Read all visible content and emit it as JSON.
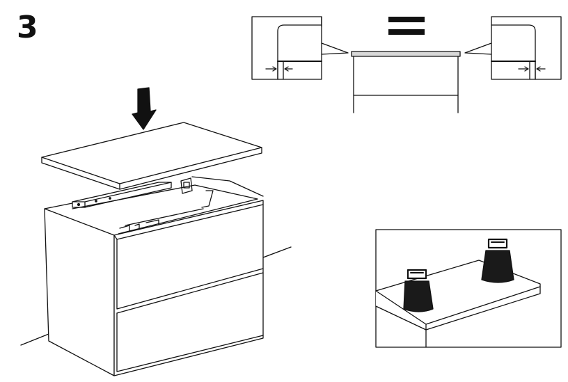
{
  "step": {
    "number": "3"
  },
  "symbols": {
    "equals": "equals-sign",
    "insert_arrow": "down-arrow"
  },
  "colors": {
    "line": "#111111",
    "panel_fill": "#d9d9d9",
    "weight_fill": "#1a1a1a",
    "background": "#ffffff"
  }
}
